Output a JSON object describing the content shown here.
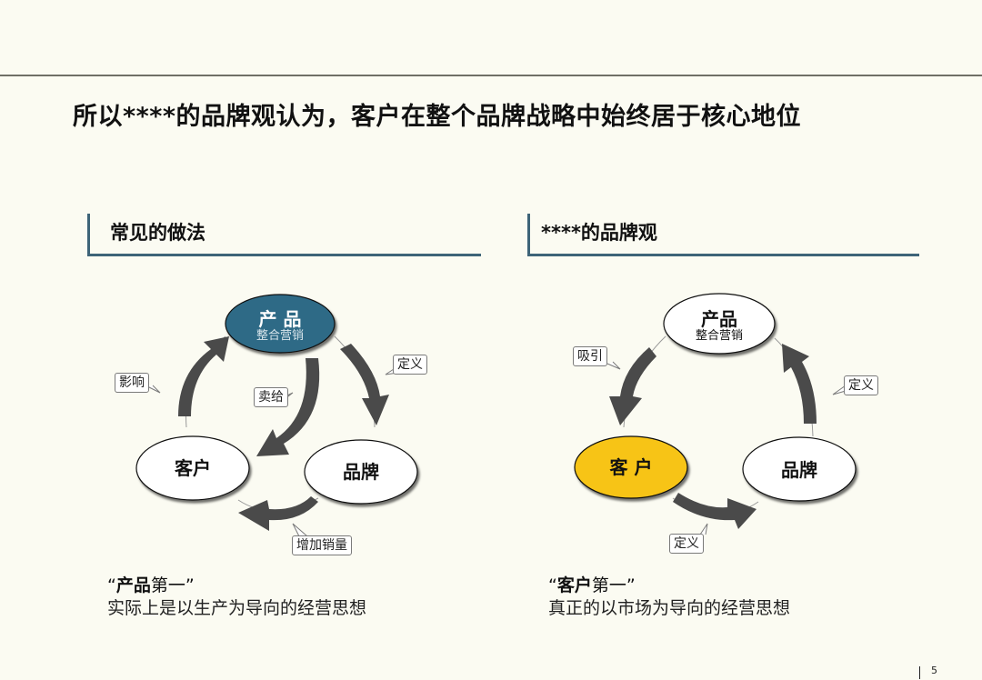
{
  "page": {
    "title": "所以****的品牌观认为，客户在整个品牌战略中始终居于核心地位",
    "page_number": "5"
  },
  "colors": {
    "accent_blue": "#2e6a86",
    "accent_yellow": "#f7c417",
    "rule": "#3e6478",
    "arrow": "#4a4a4a",
    "background": "#fbfbf2"
  },
  "left": {
    "heading": "常见的做法",
    "nodes": {
      "product": {
        "label": "产 品",
        "sub": "整合营销",
        "fill": "#2e6a86"
      },
      "customer": {
        "label": "客户",
        "fill": "#ffffff"
      },
      "brand": {
        "label": "品牌",
        "fill": "#ffffff"
      }
    },
    "callouts": {
      "influence": "影响",
      "sell_to": "卖给",
      "define": "定义",
      "increase_sales": "增加销量"
    },
    "caption": {
      "quote_open": "“",
      "bold": "产品",
      "rest": "第一”",
      "line2": "实际上是以生产为导向的经营思想"
    }
  },
  "right": {
    "heading": "****的品牌观",
    "nodes": {
      "product": {
        "label": "产品",
        "sub": "整合营销",
        "fill": "#ffffff"
      },
      "customer": {
        "label": "客 户",
        "fill": "#f7c417"
      },
      "brand": {
        "label": "品牌",
        "fill": "#ffffff"
      }
    },
    "callouts": {
      "attract": "吸引",
      "define_right": "定义",
      "define_bottom": "定义"
    },
    "caption": {
      "quote_open": "“",
      "bold": "客户",
      "rest": "第一”",
      "line2": "真正的以市场为导向的经营思想"
    }
  }
}
